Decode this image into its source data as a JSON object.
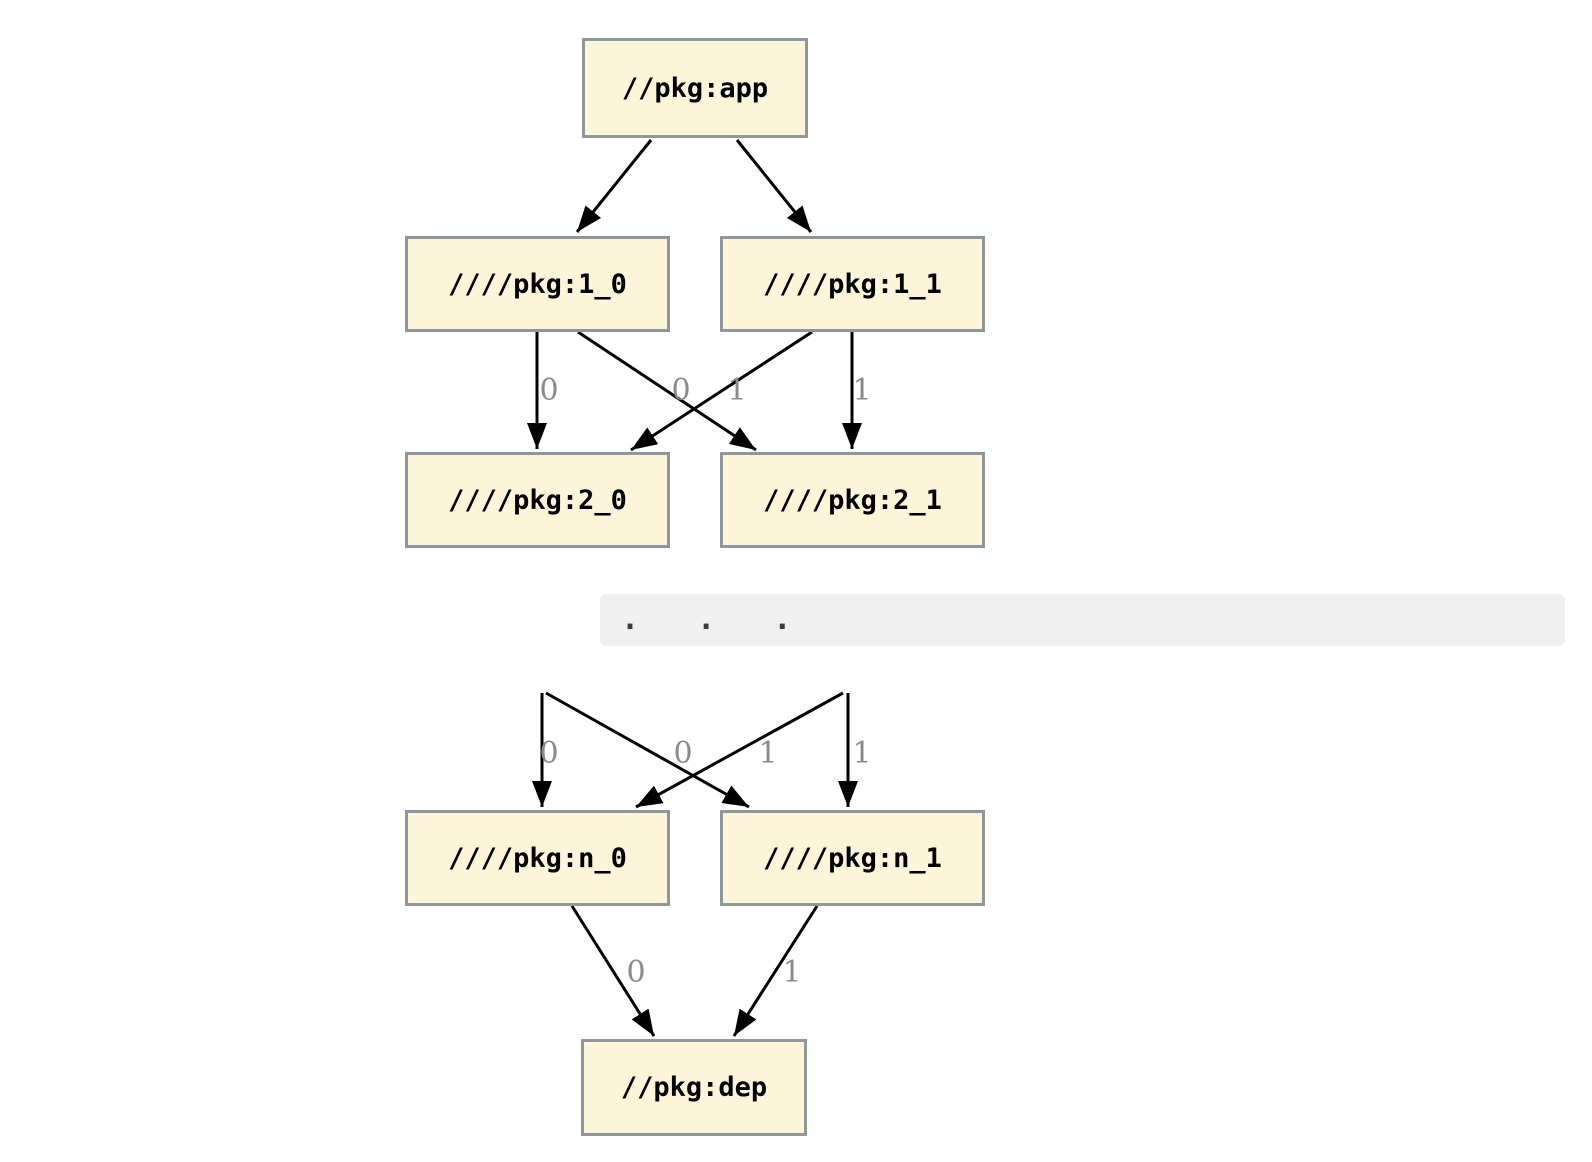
{
  "diagram": {
    "nodes": {
      "app": {
        "label": "//pkg:app"
      },
      "l1_0": {
        "label": "////pkg:1_0"
      },
      "l1_1": {
        "label": "////pkg:1_1"
      },
      "l2_0": {
        "label": "////pkg:2_0"
      },
      "l2_1": {
        "label": "////pkg:2_1"
      },
      "ln_0": {
        "label": "////pkg:n_0"
      },
      "ln_1": {
        "label": "////pkg:n_1"
      },
      "dep": {
        "label": "//pkg:dep"
      }
    },
    "ellipsis": ". . .",
    "edge_labels": {
      "row1": [
        "0",
        "0",
        "1",
        "1"
      ],
      "row2": [
        "0",
        "0",
        "1",
        "1"
      ],
      "row3": [
        "0",
        "1"
      ]
    },
    "colors": {
      "node_fill": "#fdf5da",
      "node_border": "#8e979a",
      "node_text": "#000000",
      "edge": "#000000",
      "edge_label": "#8a8a8a",
      "band_fill": "#f0f0f0",
      "dots": "#3c3c3c",
      "background": "#ffffff"
    }
  }
}
